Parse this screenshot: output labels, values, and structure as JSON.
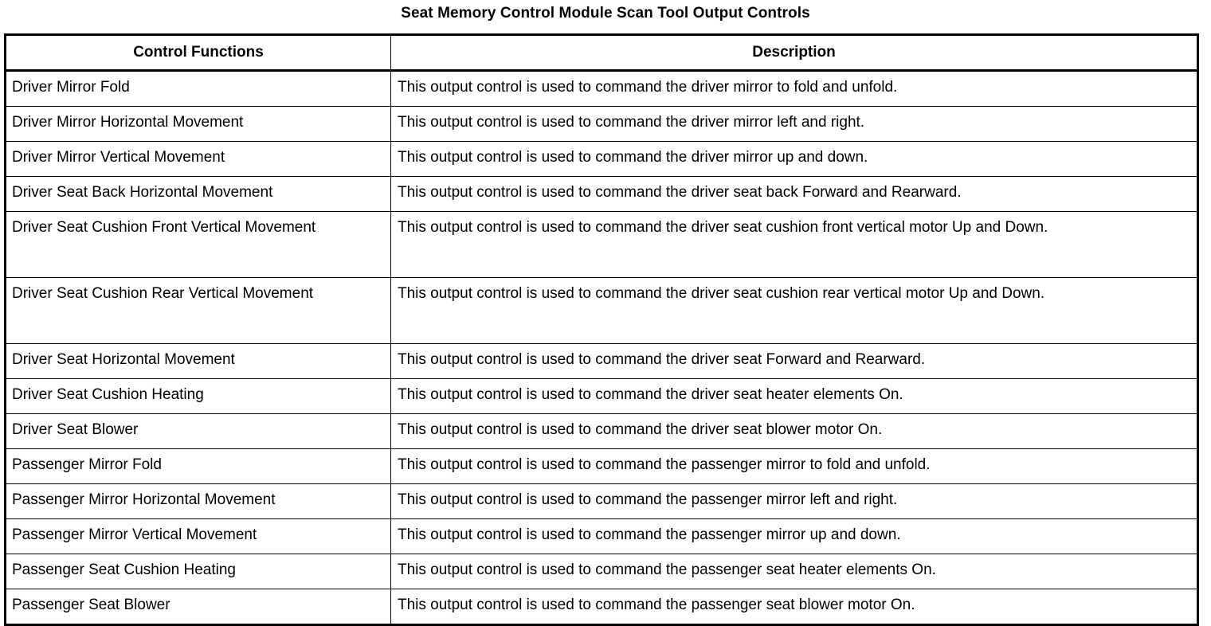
{
  "document": {
    "title": "Seat Memory Control Module Scan Tool Output Controls"
  },
  "table": {
    "columns": [
      {
        "key": "function",
        "label": "Control Functions"
      },
      {
        "key": "description",
        "label": "Description"
      }
    ],
    "rows": [
      {
        "function": "Driver Mirror Fold",
        "description": "This output control is used to command the driver mirror to fold and unfold."
      },
      {
        "function": "Driver Mirror Horizontal Movement",
        "description": "This output control is used to command the driver mirror left and right."
      },
      {
        "function": "Driver Mirror Vertical Movement",
        "description": "This output control is used to command the driver mirror up and down."
      },
      {
        "function": "Driver Seat Back Horizontal Movement",
        "description": "This output control is used to command the driver seat back Forward and Rearward."
      },
      {
        "function": "Driver Seat Cushion Front Vertical Movement",
        "description": "This output control is used to command the driver seat cushion front vertical motor Up and Down."
      },
      {
        "function": "Driver Seat Cushion Rear Vertical Movement",
        "description": "This output control is used to command the driver seat cushion rear vertical motor Up and Down."
      },
      {
        "function": "Driver Seat Horizontal Movement",
        "description": "This output control is used to command the driver seat Forward and Rearward."
      },
      {
        "function": "Driver Seat Cushion Heating",
        "description": "This output control is used to command the driver seat heater elements On."
      },
      {
        "function": "Driver Seat Blower",
        "description": "This output control is used to command the driver seat blower motor On."
      },
      {
        "function": "Passenger Mirror Fold",
        "description": "This output control is used to command the passenger mirror to fold and unfold."
      },
      {
        "function": "Passenger Mirror Horizontal Movement",
        "description": "This output control is used to command the passenger mirror left and right."
      },
      {
        "function": "Passenger Mirror Vertical Movement",
        "description": "This output control is used to command the passenger mirror up and down."
      },
      {
        "function": "Passenger Seat Cushion Heating",
        "description": "This output control is used to command the passenger seat heater elements On."
      },
      {
        "function": "Passenger Seat Blower",
        "description": "This output control is used to command the passenger seat blower motor On."
      }
    ]
  },
  "style": {
    "text_color": "#000000",
    "background_color": "#ffffff",
    "border_color": "#000000"
  }
}
